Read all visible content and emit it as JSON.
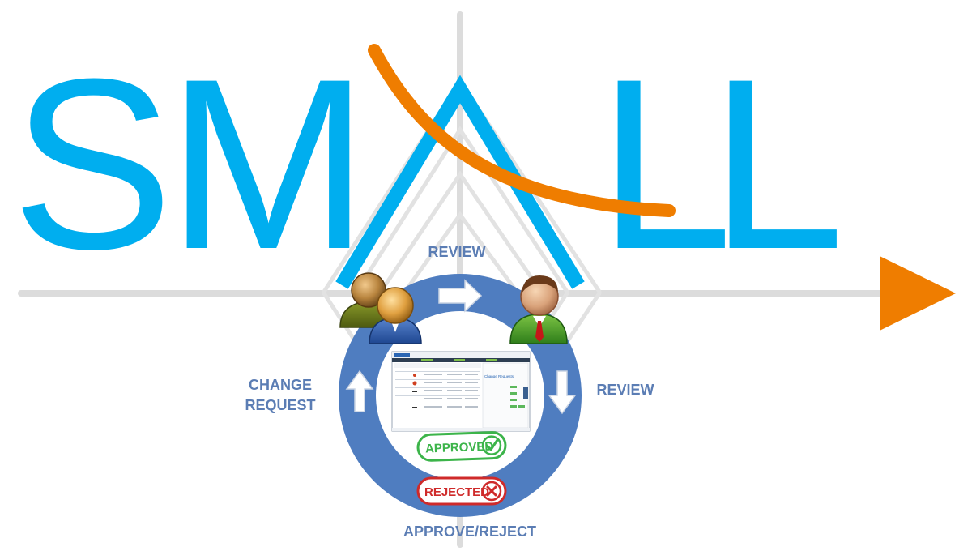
{
  "colors": {
    "logo_blue": "#00aeef",
    "accent_orange": "#ef7d00",
    "cycle_blue": "#4f7dc0",
    "label_blue": "#5b7db4",
    "guide_gray": "#dcdcdc",
    "approved_green": "#3cb44a",
    "rejected_red": "#cf2a2a"
  },
  "logo": {
    "letters": [
      "S",
      "M",
      "L",
      "L"
    ],
    "word": "SMALL"
  },
  "cycle_labels": {
    "top": "REVIEW",
    "right": "REVIEW",
    "left_line1": "CHANGE",
    "left_line2": "REQUEST",
    "bottom": "APPROVE/REJECT"
  },
  "stamps": {
    "approved": "APPROVED",
    "rejected": "REJECTED"
  },
  "icons": [
    "requester-group-icon",
    "reviewer-person-icon",
    "arrow-right-icon",
    "arrow-down-icon",
    "arrow-up-icon",
    "check-icon",
    "x-icon",
    "timeline-arrowhead-icon"
  ],
  "screenshot": {
    "panel_title": "Change Requests"
  }
}
